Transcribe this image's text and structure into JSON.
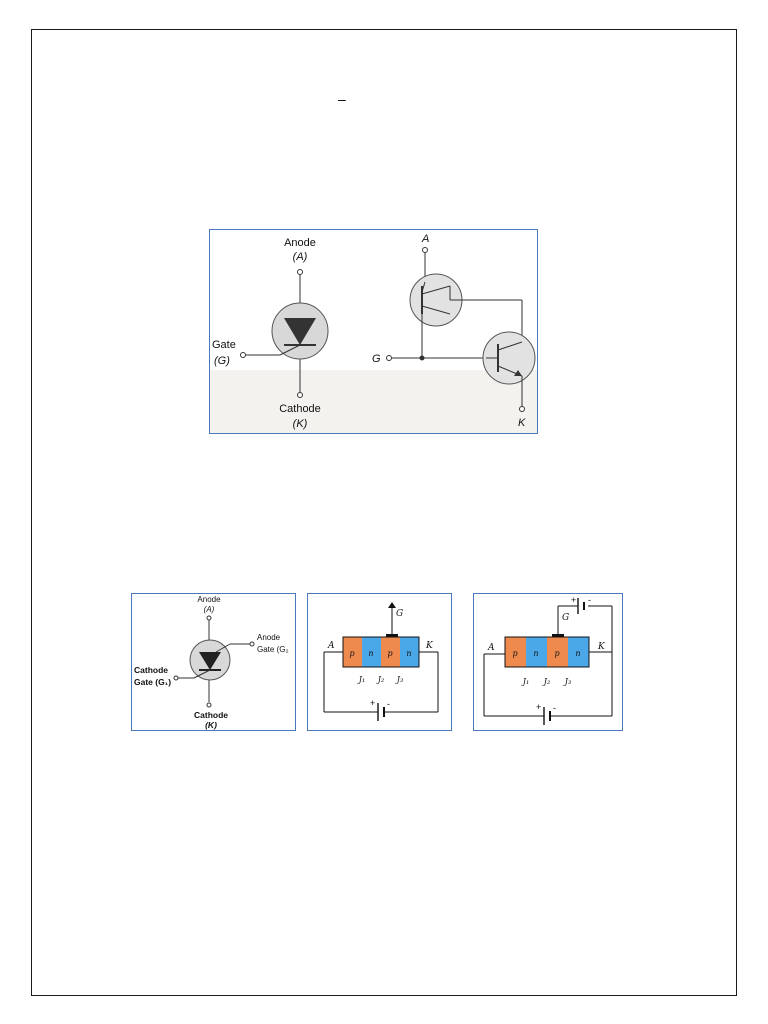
{
  "page": {
    "top_mark": "–"
  },
  "scr_figure": {
    "anode_label": "Anode",
    "anode_symbol": "(A)",
    "gate_label": "Gate",
    "gate_symbol": "(G)",
    "cathode_label": "Cathode",
    "cathode_symbol": "(K)",
    "equiv_anode": "A",
    "equiv_gate": "G",
    "equiv_cathode": "K"
  },
  "scs_symbol": {
    "anode_label": "Anode",
    "anode_symbol": "(A)",
    "anode_gate_label": "Anode",
    "anode_gate_symbol": "Gate (G₂",
    "cathode_gate_label": "Cathode",
    "cathode_gate_symbol": "Gate (G₁)",
    "cathode_label": "Cathode",
    "cathode_symbol": "(K)"
  },
  "pnpn_structure_1": {
    "gate": "G",
    "anode": "A",
    "cathode": "K",
    "layers": [
      "p",
      "n",
      "p",
      "n"
    ],
    "junctions": [
      "J₁",
      "J₂",
      "J₃"
    ],
    "battery_plus": "+",
    "battery_minus": "-",
    "colors": {
      "p": "#ef8a4f",
      "n": "#4ba8e8"
    }
  },
  "pnpn_structure_2": {
    "gate": "G",
    "anode": "A",
    "cathode": "K",
    "layers": [
      "p",
      "n",
      "p",
      "n"
    ],
    "junctions": [
      "J₁",
      "J₂",
      "J₃"
    ],
    "gate_battery_plus": "+",
    "gate_battery_minus": "-",
    "battery_plus": "+",
    "battery_minus": "-",
    "colors": {
      "p": "#ef8a4f",
      "n": "#4ba8e8"
    }
  }
}
